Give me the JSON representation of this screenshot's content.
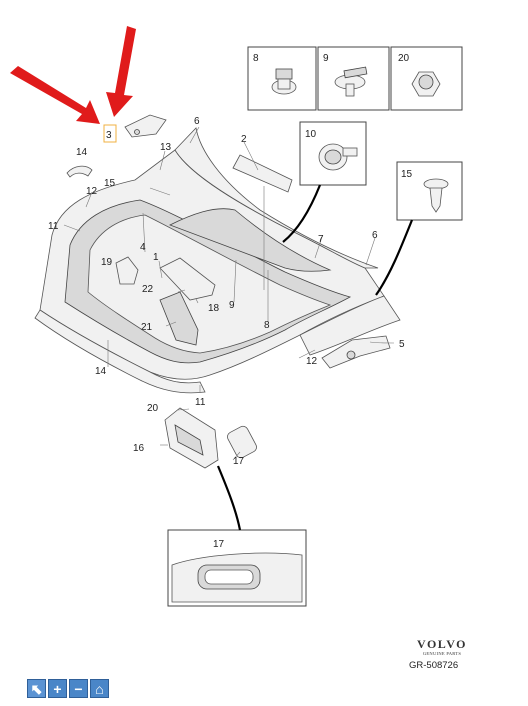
{
  "callouts": {
    "c1": "1",
    "c2": "2",
    "c3": "3",
    "c4": "4",
    "c5": "5",
    "c6a": "6",
    "c6b": "6",
    "c7": "7",
    "c8": "8",
    "c9": "9",
    "c11a": "11",
    "c11b": "11",
    "c12a": "12",
    "c12b": "12",
    "c13": "13",
    "c14a": "14",
    "c14b": "14",
    "c15": "15",
    "c16": "16",
    "c17": "17",
    "c18": "18",
    "c19": "19",
    "c20": "20",
    "c21": "21",
    "c22": "22"
  },
  "insets": {
    "box8": "8",
    "box9": "9",
    "box20": "20",
    "box10": "10",
    "box15": "15",
    "box17": "17"
  },
  "logo": {
    "brand": "VOLVO",
    "sub": "GENUINE PARTS"
  },
  "reference": "GR-508726",
  "colors": {
    "arrow": "#e01b1b",
    "toolbar": "#4a86c8",
    "highlight": "#f0b040"
  },
  "toolbar": [
    {
      "icon": "cursor-icon",
      "glyph": "⬉"
    },
    {
      "icon": "zoom-in-icon",
      "glyph": "+"
    },
    {
      "icon": "zoom-out-icon",
      "glyph": "−"
    },
    {
      "icon": "home-icon",
      "glyph": "⌂"
    }
  ]
}
